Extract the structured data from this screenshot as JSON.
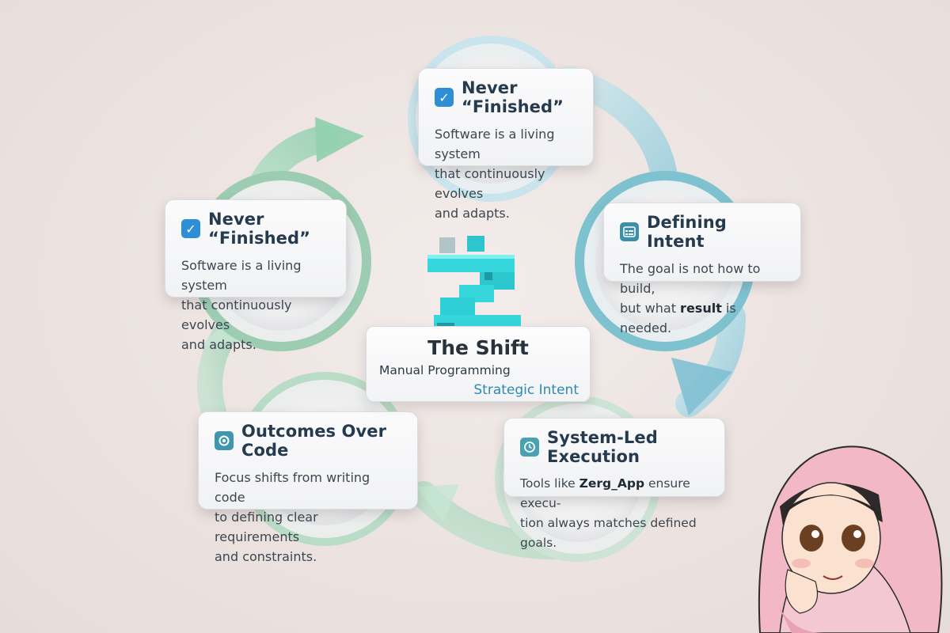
{
  "center": {
    "title": "The Shift",
    "from": "Manual Programming",
    "to": "Strategic Intent"
  },
  "cards": [
    {
      "title": "Never “Finished”",
      "icon": "checkbox-icon",
      "body": [
        "Software is a living system",
        "that continuously evolves",
        "and adapts."
      ]
    },
    {
      "title": "Defining Intent",
      "icon": "form-list-icon",
      "body": [
        "The goal is not how to build,",
        "but what result is needed."
      ]
    },
    {
      "title": "System-Led Execution",
      "icon": "clock-icon",
      "body": [
        "Tools like Zerg_App ensure execu-",
        "tion always matches defined goals."
      ]
    },
    {
      "title": "Outcomes Over Code",
      "icon": "target-icon",
      "body": [
        "Focus shifts from writing code",
        "to defining clear requirements",
        "and constraints."
      ]
    },
    {
      "title": "Never “Finished”",
      "icon": "checkbox-icon",
      "body": [
        "Software is a living system",
        "that continuously evolves",
        "and adapts."
      ]
    }
  ],
  "highlights": {
    "result": "result",
    "zerg_app": "Zerg_App"
  },
  "colors": {
    "teal_logo": "#35d6dc",
    "accent_blue": "#2f8fd6",
    "arrow_green": "#9fd3b6",
    "arrow_blue": "#a9d8e6",
    "ring_teal": "#7ec2cf",
    "ring_green": "#9ccdb2"
  },
  "decor": {
    "logo": "pixel-z-logo",
    "mascot": "hijab-girl-cartoon"
  }
}
